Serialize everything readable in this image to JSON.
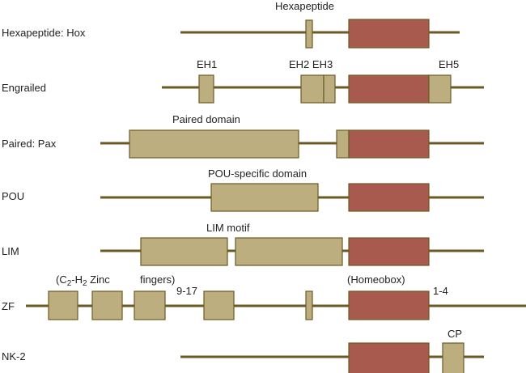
{
  "rows": [
    {
      "label": "Hexapeptide: Hox"
    },
    {
      "label": "Engrailed"
    },
    {
      "label": "Paired: Pax"
    },
    {
      "label": "POU"
    },
    {
      "label": "LIM"
    },
    {
      "label": "ZF"
    },
    {
      "label": "NK-2"
    }
  ],
  "annotations": {
    "hexapeptide": "Hexapeptide",
    "eh1": "EH1",
    "eh2_eh3": "EH2 EH3",
    "eh5": "EH5",
    "paired_domain": "Paired domain",
    "pou_domain": "POU-specific domain",
    "lim_motif": "LIM motif",
    "zinc_parts": [
      "(C",
      "2",
      "-H",
      "2",
      " Zinc"
    ],
    "fingers": "fingers)",
    "range_9_17": "9-17",
    "homeobox": "(Homeobox)",
    "range_1_4": "1-4",
    "cp": "CP"
  },
  "colors": {
    "domain": "#bcae7e",
    "homeobox": "#a85a4e",
    "backbone": "#6b5a24"
  }
}
